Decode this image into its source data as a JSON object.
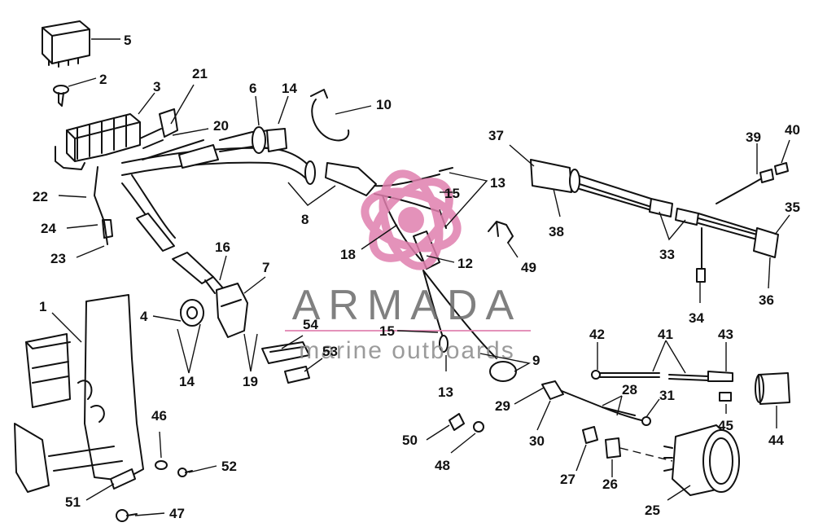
{
  "watermark": {
    "title": "ARMADA",
    "subtitle": "marine outboards",
    "accent_color": "#e07fae",
    "text_color": "#6b6b6b"
  },
  "callouts": [
    {
      "id": "5",
      "label": "5"
    },
    {
      "id": "2",
      "label": "2"
    },
    {
      "id": "3",
      "label": "3"
    },
    {
      "id": "21",
      "label": "21"
    },
    {
      "id": "20",
      "label": "20"
    },
    {
      "id": "6",
      "label": "6"
    },
    {
      "id": "14a",
      "label": "14"
    },
    {
      "id": "10",
      "label": "10"
    },
    {
      "id": "22",
      "label": "22"
    },
    {
      "id": "24",
      "label": "24"
    },
    {
      "id": "23",
      "label": "23"
    },
    {
      "id": "8",
      "label": "8"
    },
    {
      "id": "13a",
      "label": "13"
    },
    {
      "id": "15a",
      "label": "15"
    },
    {
      "id": "18",
      "label": "18"
    },
    {
      "id": "12",
      "label": "12"
    },
    {
      "id": "49",
      "label": "49"
    },
    {
      "id": "37",
      "label": "37"
    },
    {
      "id": "38",
      "label": "38"
    },
    {
      "id": "39",
      "label": "39"
    },
    {
      "id": "40",
      "label": "40"
    },
    {
      "id": "35",
      "label": "35"
    },
    {
      "id": "33",
      "label": "33"
    },
    {
      "id": "36",
      "label": "36"
    },
    {
      "id": "34",
      "label": "34"
    },
    {
      "id": "16",
      "label": "16"
    },
    {
      "id": "7",
      "label": "7"
    },
    {
      "id": "1",
      "label": "1"
    },
    {
      "id": "4",
      "label": "4"
    },
    {
      "id": "14b",
      "label": "14"
    },
    {
      "id": "19",
      "label": "19"
    },
    {
      "id": "54",
      "label": "54"
    },
    {
      "id": "53",
      "label": "53"
    },
    {
      "id": "15b",
      "label": "15"
    },
    {
      "id": "9",
      "label": "9"
    },
    {
      "id": "13b",
      "label": "13"
    },
    {
      "id": "42",
      "label": "42"
    },
    {
      "id": "41",
      "label": "41"
    },
    {
      "id": "43",
      "label": "43"
    },
    {
      "id": "29",
      "label": "29"
    },
    {
      "id": "28",
      "label": "28"
    },
    {
      "id": "31",
      "label": "31"
    },
    {
      "id": "30",
      "label": "30"
    },
    {
      "id": "45",
      "label": "45"
    },
    {
      "id": "44",
      "label": "44"
    },
    {
      "id": "46",
      "label": "46"
    },
    {
      "id": "52",
      "label": "52"
    },
    {
      "id": "50",
      "label": "50"
    },
    {
      "id": "48",
      "label": "48"
    },
    {
      "id": "27",
      "label": "27"
    },
    {
      "id": "26",
      "label": "26"
    },
    {
      "id": "25",
      "label": "25"
    },
    {
      "id": "51",
      "label": "51"
    },
    {
      "id": "47",
      "label": "47"
    }
  ]
}
